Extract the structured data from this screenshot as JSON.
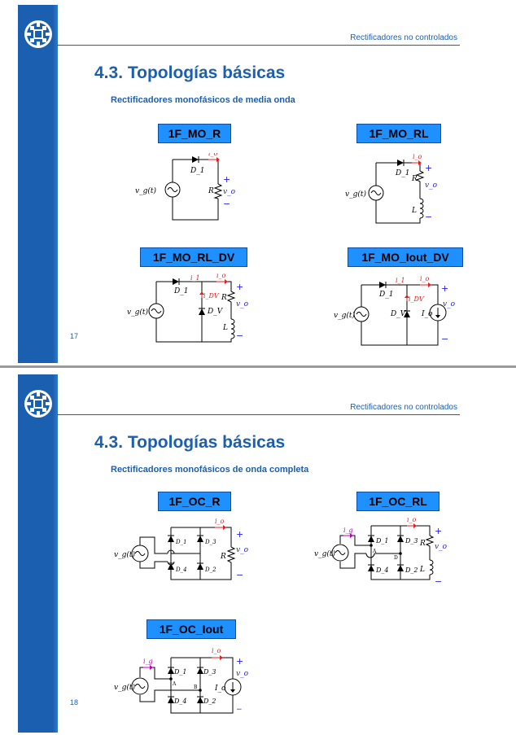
{
  "slides": [
    {
      "header": "Rectificadores no controlados",
      "title": "4.3. Topologías básicas",
      "subtitle": "Rectificadores monofásicos de media onda",
      "page_number": "17",
      "labels": [
        "1F_MO_R",
        "1F_MO_RL",
        "1F_MO_RL_DV",
        "1F_MO_Iout_DV"
      ]
    },
    {
      "header": "Rectificadores no controlados",
      "title": "4.3. Topologías básicas",
      "subtitle": "Rectificadores monofásicos de onda completa",
      "page_number": "18",
      "labels": [
        "1F_OC_R",
        "1F_OC_RL",
        "1F_OC_Iout"
      ]
    }
  ],
  "circuit_text": {
    "source": "v_g(t)",
    "d1": "D_1",
    "d2": "D_2",
    "d3": "D_3",
    "d4": "D_4",
    "dv": "D_V",
    "r": "R",
    "l": "L",
    "io": "i_o",
    "ig": "i_g",
    "idv": "i_DV",
    "i1": "i_1",
    "vo": "v_o",
    "iout": "I_o",
    "plus": "+",
    "minus": "−",
    "node_a": "A",
    "node_b": "B",
    "node_d": "D"
  },
  "colors": {
    "brand": "#1b5fb0",
    "label_fill": "#1e90ff",
    "current": "#e02020",
    "polarity": "#1a1aff",
    "ig": "#c000c0"
  }
}
